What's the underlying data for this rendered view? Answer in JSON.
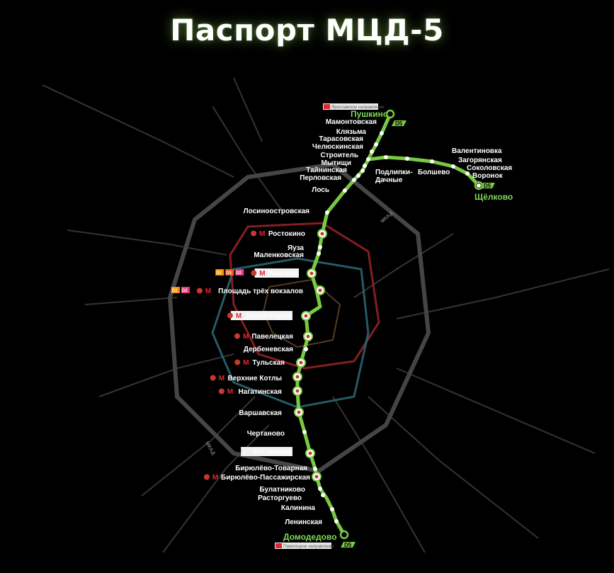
{
  "title": "Паспорт МЦД-5",
  "line": {
    "code": "D5",
    "color": "#7ac943"
  },
  "colors": {
    "background": "#000000",
    "line": "#7ac943",
    "ring_red": "#a5262b",
    "ring_teal": "#2b6b78",
    "roads": "#3a3a3a"
  },
  "termini": {
    "north": {
      "name": "Пушкино",
      "direction": "Ярославское направление"
    },
    "branch": {
      "name": "Щёлково"
    },
    "south": {
      "name": "Домодедово",
      "direction": "Павелецкое направление"
    }
  },
  "map_labels": {
    "mkad": "МКАД"
  },
  "stations": [
    {
      "id": "mamontovskaya",
      "name": "Мамонтовская"
    },
    {
      "id": "klyazma",
      "name": "Клязьма"
    },
    {
      "id": "tarasovskaya",
      "name": "Тарасовская"
    },
    {
      "id": "chelyuskinskaya",
      "name": "Челюскинская"
    },
    {
      "id": "stroitel",
      "name": "Строитель"
    },
    {
      "id": "mytishchi",
      "name": "Мытищи"
    },
    {
      "id": "tayninskaya",
      "name": "Тайнинская"
    },
    {
      "id": "perlovskaya",
      "name": "Перловская"
    },
    {
      "id": "los",
      "name": "Лось"
    },
    {
      "id": "losinoostrovskaya",
      "name": "Лосиноостровская"
    },
    {
      "id": "rostokino",
      "name": "Ростокино"
    },
    {
      "id": "yauza",
      "name": "Яуза"
    },
    {
      "id": "malenkovskaya",
      "name": "Маленковская"
    },
    {
      "id": "rizhskaya",
      "name": "Рижская"
    },
    {
      "id": "tri_vokzala",
      "name": "Площадь трёх вокзалов"
    },
    {
      "id": "kitay_gorod",
      "name": "Китай-Город"
    },
    {
      "id": "paveletskaya",
      "name": "Павелецкая"
    },
    {
      "id": "derbenevskaya",
      "name": "Дербеневская"
    },
    {
      "id": "tulskaya",
      "name": "Тульская"
    },
    {
      "id": "verkhnie_kotly",
      "name": "Верхние Котлы"
    },
    {
      "id": "nagatinskaya",
      "name": "Нагатинская"
    },
    {
      "id": "varshavskaya",
      "name": "Варшавская"
    },
    {
      "id": "chertanovo",
      "name": "Чертаново"
    },
    {
      "id": "kotlyakovo",
      "name": "Котляково"
    },
    {
      "id": "biryulyovo_tov",
      "name": "Бирюлёво-Товарная"
    },
    {
      "id": "biryulyovo_pass",
      "name": "Бирюлёво-Пассажирская"
    },
    {
      "id": "bulatnikovo",
      "name": "Булатниково"
    },
    {
      "id": "rastorguevo",
      "name": "Расторгуево"
    },
    {
      "id": "kalinina",
      "name": "Калинина"
    },
    {
      "id": "leninskaya",
      "name": "Ленинская"
    }
  ],
  "branch_stations": [
    {
      "id": "podlipki",
      "name": "Подлипки-\nДачные"
    },
    {
      "id": "bolshevo",
      "name": "Болшево"
    },
    {
      "id": "valentinovka",
      "name": "Валентиновка"
    },
    {
      "id": "zagoryanskaya",
      "name": "Загорянская"
    },
    {
      "id": "sokolovskaya",
      "name": "Соколовская"
    },
    {
      "id": "voronok",
      "name": "Воронок"
    }
  ],
  "transfer_badges": {
    "rizhskaya": [
      "D1",
      "D3",
      "D2"
    ],
    "tri_vokzala": [
      "D1",
      "D2"
    ]
  },
  "metro_letter": "М"
}
